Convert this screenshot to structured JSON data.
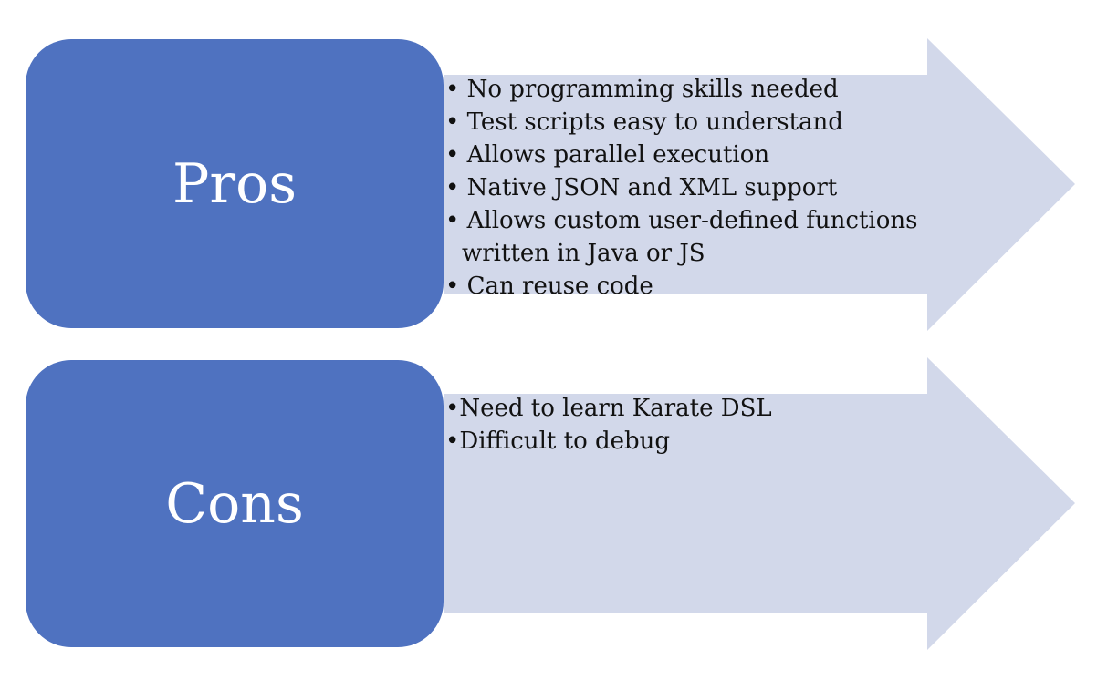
{
  "pros": {
    "title": "Pros",
    "items": [
      "No programming skills needed",
      "Test scripts easy to understand",
      "Allows parallel execution",
      "Native JSON and XML support",
      "Allows custom user-defined functions written in Java or JS",
      "Can reuse code"
    ]
  },
  "cons": {
    "title": "Cons",
    "items": [
      "Need to learn Karate DSL",
      "Difficult to debug"
    ]
  },
  "colors": {
    "box": "#4f72c0",
    "arrow": "#d2d8ea",
    "text": "#111111"
  }
}
